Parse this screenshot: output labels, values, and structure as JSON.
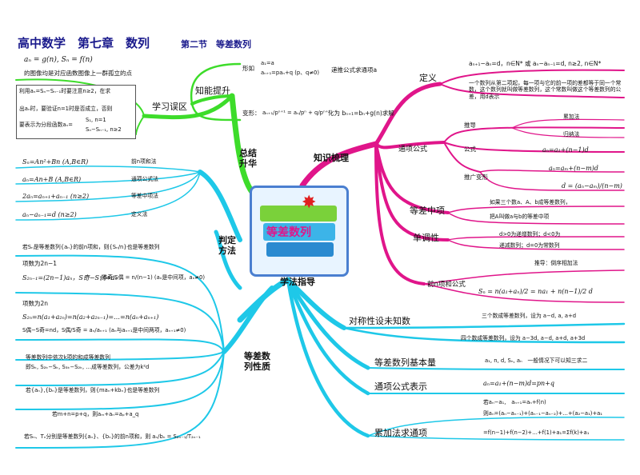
{
  "title": {
    "main": "高中数学　第七章　数列",
    "section": "第二节　等差数列"
  },
  "center": {
    "label": "等差数列"
  },
  "branches": {
    "summary": "总结\n升华",
    "knowledge": "知识梳理",
    "method": "学法指导",
    "judge": "判定\n方法",
    "mistakes": "学习误区",
    "improve": "知能提升",
    "property": "等差数\n列性质"
  },
  "topleft": {
    "f1": "aₙ = g(n), Sₙ = f(n)",
    "f1_note": "的图像均是对应函数图像上一群孤立的点",
    "box_l1": "利用aₙ=Sₙ−Sₙ₋₁时要注意n≥2，在求",
    "box_l2": "出aₙ时，要验证n=1时是否成立，否则",
    "box_l3": "要表示为分段函数aₙ=",
    "piece1": "S₁, n=1",
    "piece2": "Sₙ−Sₙ₋₁, n≥2"
  },
  "improve": {
    "form_label": "形如",
    "form1": "a₁=a",
    "form2": "aₙ₊₁=paₙ+q (p、q≠0)",
    "form_desc": "递推公式求通项a",
    "trans_label": "变形：",
    "trans_formula": "aₙ₊₁/pⁿ⁺¹ = aₙ/pⁿ + q/pⁿ⁺¹",
    "trans_desc": "化为 bₙ₊₁=bₙ+g(n)求解"
  },
  "judge_items": [
    {
      "formula": "Sₙ=An²+Bn (A,B∈R)",
      "label": "前n项和法"
    },
    {
      "formula": "aₙ=An+B (A,B∈R)",
      "label": "通项公式法"
    },
    {
      "formula": "2aₙ=aₙ₊₁+aₙ₋₁ (n≥2)",
      "label": "等差中项法"
    },
    {
      "formula": "aₙ−aₙ₋₁=d (n≥2)",
      "label": "定义法"
    }
  ],
  "left_props": {
    "p1": "若Sₙ是等差数列{aₙ}的前n项和，则{Sₙ/n}也是等差数列",
    "odd_title": "项数为2n−1",
    "odd_f1": "S₂ₙ₋₁=(2n−1)aₙ，S奇−S偶=aₙ",
    "odd_f2": "S奇/S偶 = n/(n−1)  (aₙ是中间项，aₙ≠0)",
    "even_title": "项数为2n",
    "even_f1": "S₂ₙ=n(a₁+a₂ₙ)=n(a₂+a₂ₙ₋₁)=…=n(aₙ+aₙ₊₁)",
    "even_f2": "S偶−S奇=nd，S偶/S奇 = aₙ/aₙ₊₁  (aₙ与aₙ₊₁是中间两项，aₙ₊₁≠0)",
    "p3a": "等差数列中依次k项的和成等差数列",
    "p3b": "即Sₖ, S₂ₖ−Sₖ, S₃ₖ−S₂ₖ, …成等差数列，公差为k²d",
    "p4": "若{aₙ},{bₙ}是等差数列，则{maₙ+kbₙ}也是等差数列",
    "p5": "若m+n=p+q，则aₘ+aₙ=aₚ+a_q",
    "p6": "若Sₙ、Tₙ分别是等差数列{aₙ}、{bₙ}的前n项和，则 aₙ/bₙ = S₂ₙ₋₁/T₂ₙ₋₁"
  },
  "right": {
    "def_label": "定义",
    "def_formula": "aₙ₊₁−aₙ=d，n∈N* 或 aₙ−aₙ₋₁=d, n≥2, n∈N*",
    "def_desc": "一个数列从第二项起，每一项与它的前一项的差都等于同一个常数，这个数列就叫做等差数列，这个常数叫做这个等差数列的公差，用d表示",
    "general_label": "通项公式",
    "derive_label": "推导",
    "derive_1": "累加法",
    "derive_2": "归纳法",
    "formula_label": "公式",
    "formula": "aₙ=a₁+(n−1)d",
    "ext_label": "推广变形",
    "ext_f1": "aₙ=aₘ+(n−m)d",
    "ext_f2": "d = (aₙ−aₘ)/(n−m)",
    "mid_label": "等差中项",
    "mid_desc1": "如果三个数a、A、b成等差数列，",
    "mid_desc2": "把A叫做a与b的等差中项",
    "mono_label": "单调性",
    "mono_1": "d>0为递增数列；d<0为",
    "mono_2": "递减数列；d=0为常数列",
    "sum_label": "前n项和公式",
    "sum_derive": "推导：倒序相加法",
    "sum_formula": "Sₙ = n(a₁+aₙ)/2 = na₁ + n(n−1)/2 d"
  },
  "method": {
    "sym_label": "对称性设未知数",
    "sym1": "三个数成等差数列，设为 a−d, a, a+d",
    "sym2": "四个数成等差数列，设为 a−3d, a−d, a+d, a+3d",
    "basic_label": "等差数列基本量",
    "basic_desc": "a₁, n, d, Sₙ, aₙ　一般情况下可以知三求二",
    "gen_label": "通项公式表示",
    "gen_desc": "aₙ=a₁+(n−m)d=pn+q",
    "acc_label": "累加法求通项",
    "acc_1": "若aₙ−a₁,　aₙ₊₁=aₙ+f(n)",
    "acc_2": "则aₙ=(aₙ−aₙ₋₁)+(aₙ₋₁−aₙ₋₂)+…+(a₂−a₁)+a₁",
    "acc_3": "=f(n−1)+f(n−2)+…+f(1)+a₁=Σf(k)+a₁"
  },
  "colors": {
    "pink": "#e0158a",
    "cyan": "#1ec8e8",
    "green": "#3ddc2a",
    "title": "#1a1a8c"
  }
}
